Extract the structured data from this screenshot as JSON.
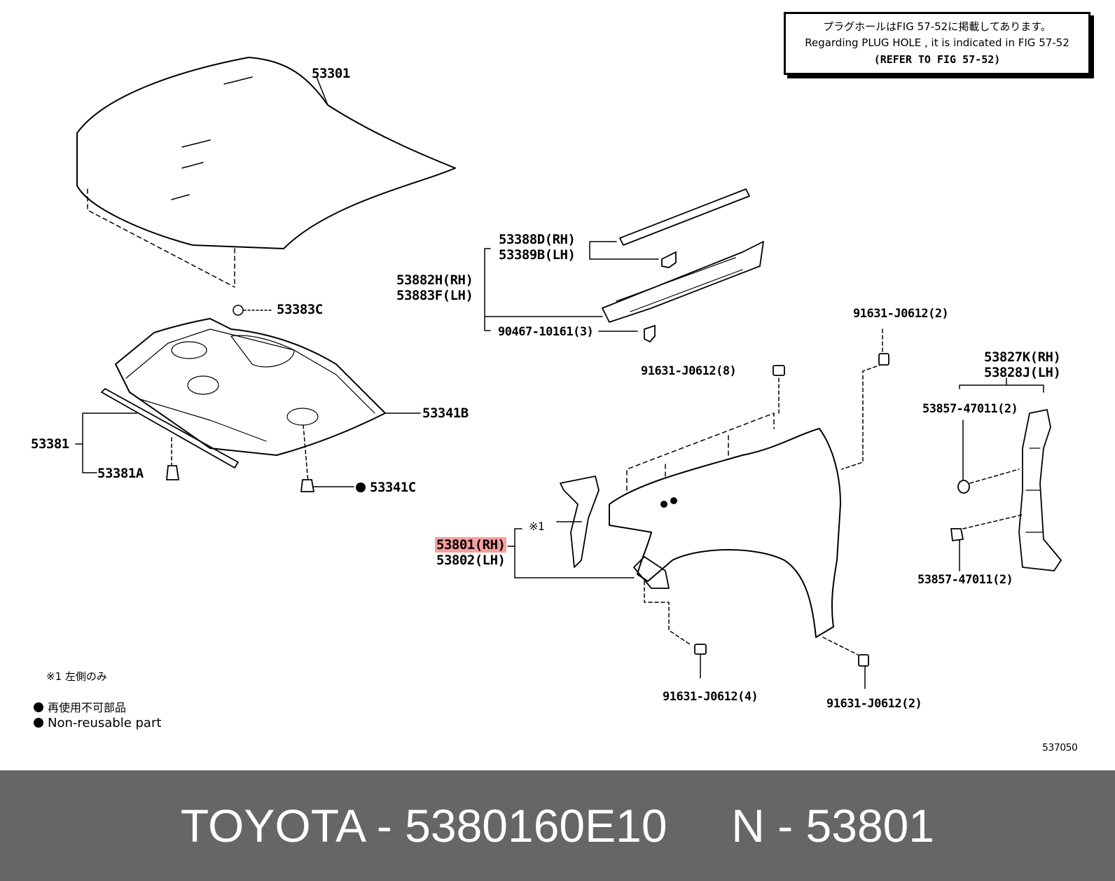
{
  "note": {
    "line_jp": "プラグホールはFIG 57-52に掲載してあります。",
    "line_en": "Regarding PLUG HOLE , it is indicated in FIG 57-52",
    "line_ref": "(REFER TO FIG 57-52)"
  },
  "labels": {
    "hood": "53301",
    "hole_plug": "53383C",
    "seal_rh": "53388D(RH)",
    "seal_lh": "53389B(LH)",
    "cowl_rh": "53882H(RH)",
    "cowl_lh": "53883F(LH)",
    "clip": "90467-10161(3)",
    "bolt_top_right": "91631-J0612(2)",
    "bolt_mid": "91631-J0612(8)",
    "insulator": "53341B",
    "insulator_seal": "53381",
    "insulator_seal_clip": "53381A",
    "insulator_clip": "53341C",
    "liner_rh": "53827K(RH)",
    "liner_lh": "53828J(LH)",
    "liner_clip_top": "53857-47011(2)",
    "liner_clip_bottom": "53857-47011(2)",
    "fender_rh": "53801(RH)",
    "fender_lh": "53802(LH)",
    "note_ref": "※1",
    "bolt_bottom_left": "91631-J0612(4)",
    "bolt_bottom_right": "91631-J0612(2)",
    "figure_number": "537050"
  },
  "legend": {
    "note1": "※1 左側のみ",
    "nonreusable_jp": "再使用不可部品",
    "nonreusable_en": "Non-reusable part"
  },
  "footer": {
    "brand": "TOYOTA",
    "part_number": "5380160E10",
    "n_prefix": "N",
    "n_code": "53801",
    "full": "TOYOTA - 5380160E10     N - 53801"
  },
  "colors": {
    "footer_bg": "#666666",
    "footer_text": "#ffffff",
    "highlight": "#f05050",
    "line": "#000000"
  }
}
